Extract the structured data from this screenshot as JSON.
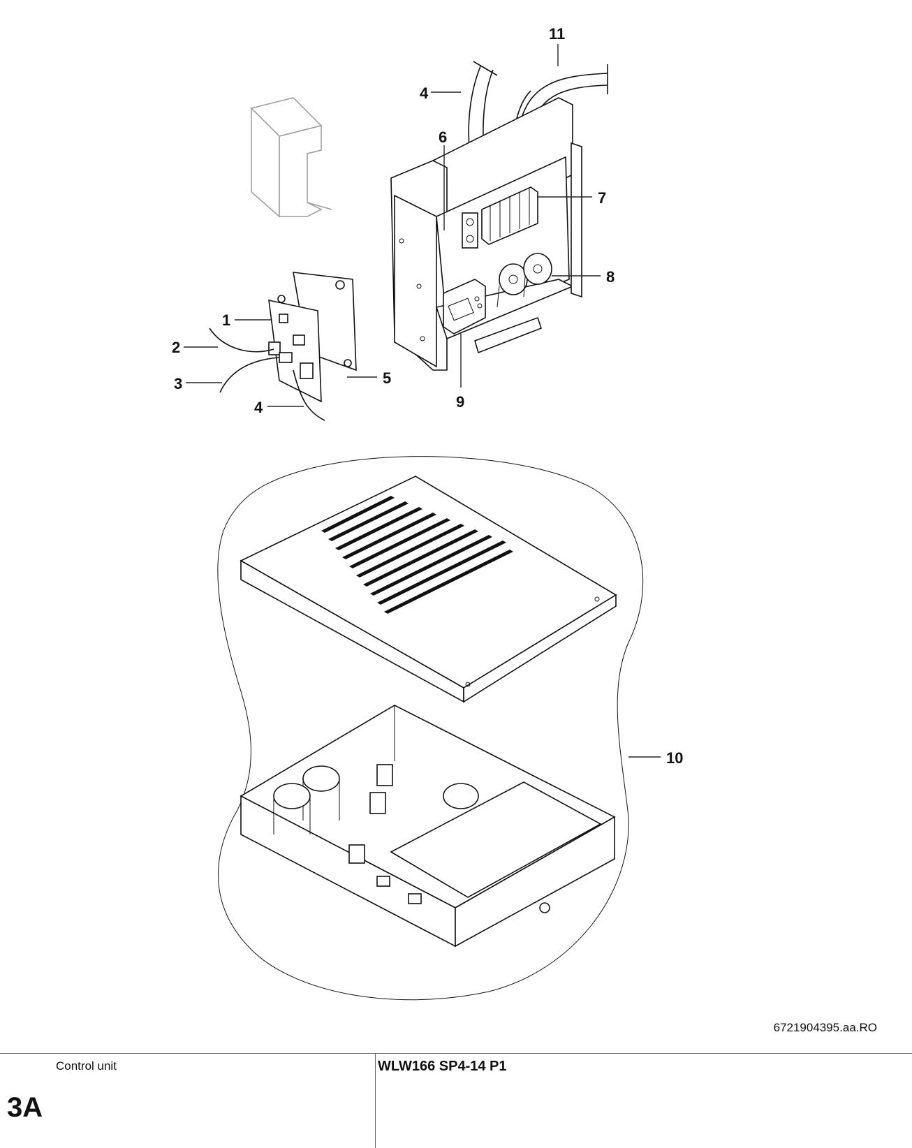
{
  "callouts": [
    {
      "id": "1",
      "label": "1"
    },
    {
      "id": "2",
      "label": "2"
    },
    {
      "id": "3",
      "label": "3"
    },
    {
      "id": "4a",
      "label": "4"
    },
    {
      "id": "4b",
      "label": "4"
    },
    {
      "id": "5",
      "label": "5"
    },
    {
      "id": "6",
      "label": "6"
    },
    {
      "id": "7",
      "label": "7"
    },
    {
      "id": "8",
      "label": "8"
    },
    {
      "id": "9",
      "label": "9"
    },
    {
      "id": "10",
      "label": "10"
    },
    {
      "id": "11",
      "label": "11"
    }
  ],
  "drawing_code": "6721904395.aa.RO",
  "footer": {
    "section_name": "Control unit",
    "section_code": "3A",
    "model": "WLW166 SP4-14 P1"
  }
}
